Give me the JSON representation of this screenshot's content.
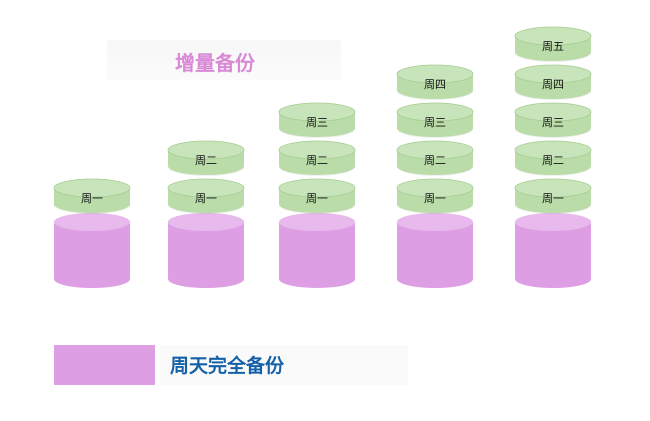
{
  "title": "增量备份",
  "legend": {
    "label": "周天完全备份",
    "color": "#dd9ee3"
  },
  "colors": {
    "full_body": "#dd9ee3",
    "full_top": "#e8b9ec",
    "inc_body": "#b9dca8",
    "inc_top": "#c8e4ba",
    "inc_rim": "#a6cd92"
  },
  "stacks": [
    {
      "layers": [
        "周一"
      ]
    },
    {
      "layers": [
        "周一",
        "周二"
      ]
    },
    {
      "layers": [
        "周一",
        "周二",
        "周三"
      ]
    },
    {
      "layers": [
        "周一",
        "周二",
        "周三",
        "周四"
      ]
    },
    {
      "layers": [
        "周一",
        "周二",
        "周三",
        "周四",
        "周五"
      ]
    }
  ]
}
